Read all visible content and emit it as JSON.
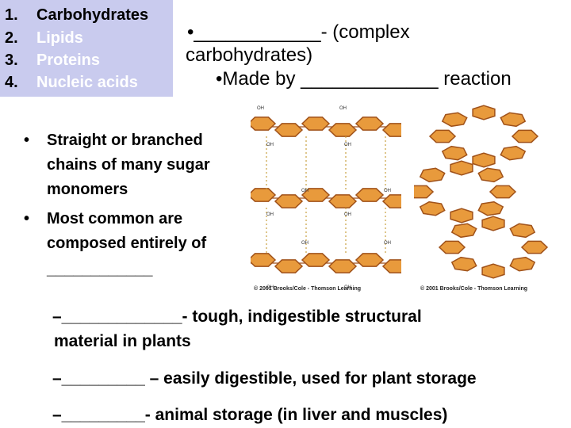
{
  "toc": {
    "items": [
      {
        "num": "1.",
        "label": "Carbohydrates"
      },
      {
        "num": "2.",
        "label": "Lipids"
      },
      {
        "num": "3.",
        "label": "Proteins"
      },
      {
        "num": "4.",
        "label": "Nucleic acids"
      }
    ]
  },
  "title": {
    "line1": "•____________- (complex",
    "line2": "carbohydrates)",
    "line3": "•Made by _____________ reaction"
  },
  "bullets": [
    {
      "dot": "•",
      "lines": [
        "Straight or branched",
        "chains of many sugar",
        "monomers"
      ]
    },
    {
      "dot": "•",
      "lines": [
        "Most common are",
        "composed entirely of",
        "____________"
      ]
    }
  ],
  "subpoints": {
    "cellulose_line1": "–_____________-  tough, indigestible structural",
    "cellulose_line2": "material in plants",
    "starch": "–_________ – easily digestible, used for plant storage",
    "glycogen": "–_________- animal storage (in liver and muscles)"
  },
  "images": {
    "left_copyright": "© 2001 Brooks/Cole - Thomson Learning",
    "right_copyright": "© 2001 Brooks/Cole - Thomson Learning",
    "oh_label": "OH",
    "colors": {
      "hex_fill": "#e89a3c",
      "hex_stroke": "#a0521a",
      "bond": "#c8a040"
    }
  }
}
